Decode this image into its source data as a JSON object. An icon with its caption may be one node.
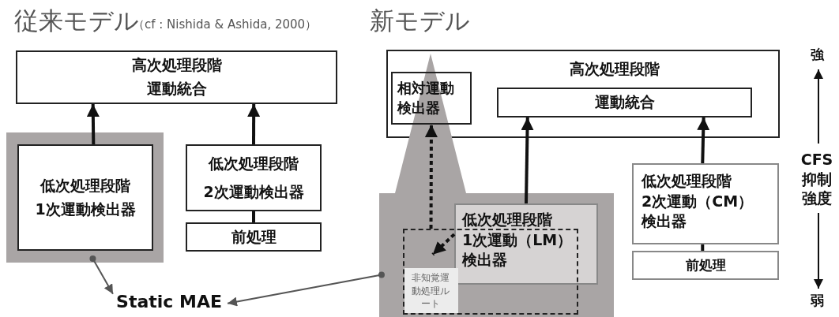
{
  "diagram": {
    "nodes": [
      {
        "text": [
          "高次処理段階",
          "運動統合"
        ]
      },
      {
        "text": [],
        "shape": "box"
      },
      {
        "text": [
          "低次処理段階",
          "1次運動検出器"
        ],
        "in": 1
      },
      {
        "text": [
          "低次処理段階",
          "2次運動検出器"
        ]
      },
      {
        "text": [
          "前処理"
        ]
      },
      {
        "text": [
          "Static MAE"
        ]
      },
      {
        "text": [
          "高次処理段階"
        ]
      },
      {
        "text": [
          "相対運動検出器"
        ]
      },
      {
        "text": [
          "運動統合"
        ],
        "in": 6
      },
      {
        "text": [],
        "shape": "box"
      },
      {
        "text": [
          "低次処理段階",
          "1次運動（LM）検出器"
        ],
        "in": 9
      },
      {
        "text": [
          "非知覚運動処理ルート"
        ],
        "in": 9
      },
      {
        "text": [
          "低次処理段階",
          "2次運動（CM）検出器"
        ]
      },
      {
        "text": [
          "前処理"
        ]
      }
    ],
    "edges": [
      {
        "from": 2,
        "to": 0,
        "arrow": "to"
      },
      {
        "from": 3,
        "to": 0,
        "arrow": "to"
      },
      {
        "from": 4,
        "to": 3,
        "arrow": "none"
      },
      {
        "from": 1,
        "to": 5,
        "arrow": "to",
        "color": "#555555"
      },
      {
        "from": 9,
        "to": 5,
        "arrow": "to",
        "color": "#555555"
      },
      {
        "from": 11,
        "to": 7,
        "arrow": "to",
        "style": "dashed"
      },
      {
        "from": 10,
        "to": 11,
        "arrow": "to",
        "style": "dashed"
      },
      {
        "from": 10,
        "to": 8,
        "arrow": "to"
      },
      {
        "from": 12,
        "to": 8,
        "arrow": "to"
      },
      {
        "from": 13,
        "to": 12,
        "arrow": "none"
      }
    ],
    "labels": [
      "従来モデル",
      "（cf : Nishida & Ashida, 2000）",
      "新モデル",
      "強",
      "CFS抑制強度",
      "弱"
    ]
  }
}
